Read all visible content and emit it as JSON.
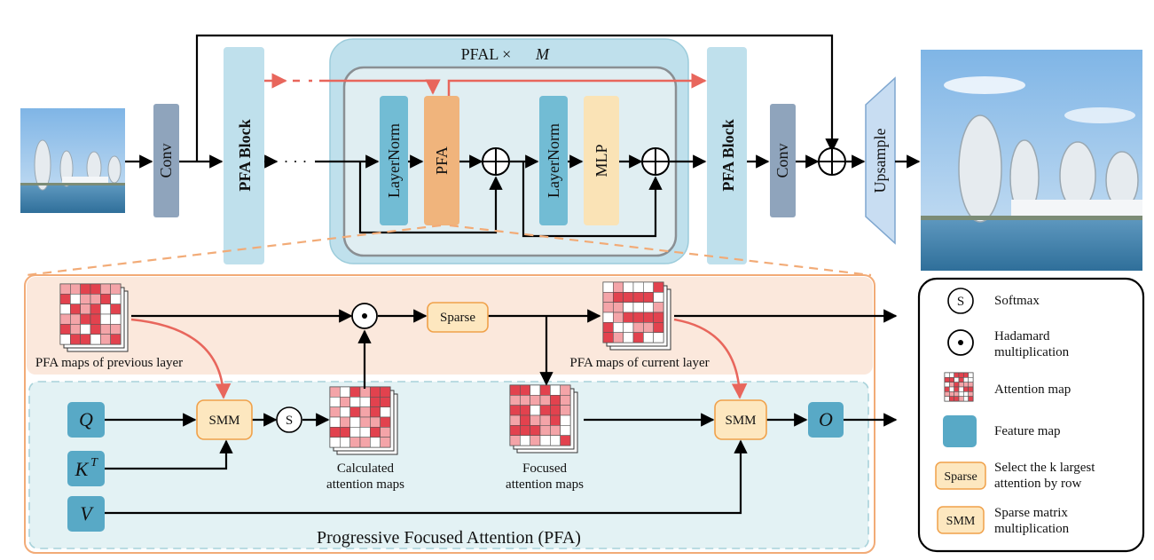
{
  "pipeline": {
    "conv": "Conv",
    "pfa_block": "PFA Block",
    "pfal_prefix": "PFAL ×",
    "pfal_m": "M",
    "layernorm": "LayerNorm",
    "pfa": "PFA",
    "mlp": "MLP",
    "upsample": "Upsample",
    "ellipsis": "· · ·"
  },
  "pfa_detail": {
    "q": "Q",
    "kt_base": "K",
    "kt_sup": "T",
    "v": "V",
    "o": "O",
    "smm": "SMM",
    "softmax_symbol": "S",
    "sparse": "Sparse",
    "prev_maps": "PFA maps of previous layer",
    "curr_maps": "PFA maps of current layer",
    "calc_line1": "Calculated",
    "calc_line2": "attention maps",
    "focused_line1": "Focused",
    "focused_line2": "attention maps",
    "title": "Progressive Focused Attention (PFA)"
  },
  "legend": {
    "softmax": "Softmax",
    "softmax_symbol": "S",
    "hadamard_line1": "Hadamard",
    "hadamard_line2": "multiplication",
    "attention_map": "Attention map",
    "feature_map": "Feature map",
    "sparse_chip": "Sparse",
    "sparse_line1": "Select the k largest",
    "sparse_line2": "attention by row",
    "smm_chip": "SMM",
    "smm_line1": "Sparse matrix",
    "smm_line2": "multiplication"
  },
  "colors": {
    "conv": "#8fa4bc",
    "pfa_block": "#bfe0ec",
    "layernorm": "#72bcd4",
    "pfa": "#f0b47c",
    "mlp": "#fae3b6",
    "feature": "#58a9c6",
    "chip": "#fde7bf",
    "chip_border": "#f0a14a",
    "red_arrow": "#e8665c",
    "top_panel": "#fbe8dc",
    "bottom_panel": "#e3f2f4",
    "panel_border": "#f2ab77",
    "pfal_outer": "#bfe0ec",
    "map_red": "#e2424e",
    "map_pink": "#f4a4a8"
  }
}
